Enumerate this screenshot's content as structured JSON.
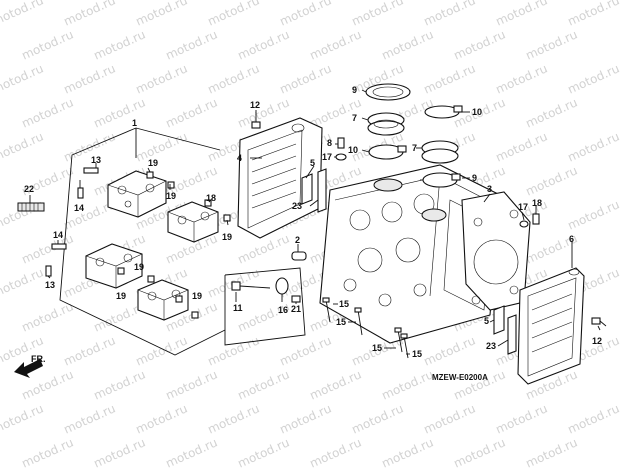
{
  "watermark_text": "motod.ru",
  "diagram_code": "MZEW-E0200A",
  "direction_label": "FR.",
  "callouts": [
    "1",
    "2",
    "3",
    "4",
    "5",
    "5",
    "6",
    "7",
    "7",
    "8",
    "9",
    "9",
    "10",
    "10",
    "11",
    "12",
    "12",
    "13",
    "13",
    "14",
    "14",
    "15",
    "15",
    "15",
    "15",
    "16",
    "17",
    "17",
    "18",
    "18",
    "19",
    "19",
    "19",
    "19",
    "19",
    "19",
    "21",
    "22",
    "23",
    "23"
  ]
}
